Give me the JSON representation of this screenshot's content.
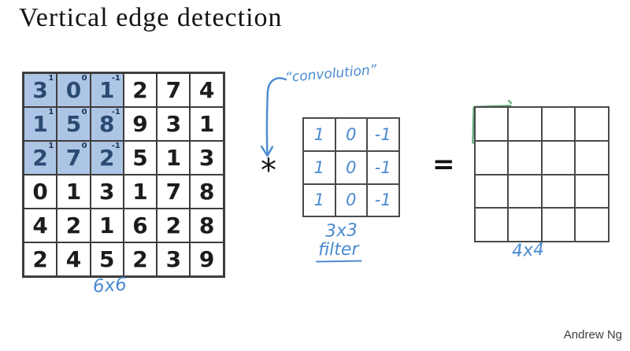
{
  "title": "Vertical edge detection",
  "attribution": "Andrew Ng",
  "annotations": {
    "convolution": "“convolution”",
    "matrix_size": "6x6",
    "filter_size": "3x3",
    "filter_name": "filter",
    "output_size": "4x4",
    "operator": "*",
    "equals": "="
  },
  "input_matrix": {
    "size": "6x6",
    "values": [
      [
        3,
        0,
        1,
        2,
        7,
        4
      ],
      [
        1,
        5,
        8,
        9,
        3,
        1
      ],
      [
        2,
        7,
        2,
        5,
        1,
        3
      ],
      [
        0,
        1,
        3,
        1,
        7,
        8
      ],
      [
        4,
        2,
        1,
        6,
        2,
        8
      ],
      [
        2,
        4,
        5,
        2,
        3,
        9
      ]
    ],
    "highlight": {
      "rows": [
        0,
        2
      ],
      "cols": [
        0,
        2
      ]
    },
    "superscripts": [
      [
        "1",
        "0",
        "-1"
      ],
      [
        "1",
        "0",
        "-1"
      ],
      [
        "1",
        "0",
        "-1"
      ]
    ]
  },
  "filter_matrix": {
    "size": "3x3",
    "values": [
      [
        "1",
        "0",
        "-1"
      ],
      [
        "1",
        "0",
        "-1"
      ],
      [
        "1",
        "0",
        "-1"
      ]
    ]
  },
  "output_matrix": {
    "size": "4x4",
    "values": [
      [
        "",
        "",
        "",
        ""
      ],
      [
        "",
        "",
        "",
        ""
      ],
      [
        "",
        "",
        "",
        ""
      ],
      [
        "",
        "",
        "",
        ""
      ]
    ]
  },
  "colors": {
    "highlight_bg": "#adc5e5",
    "highlight_digit": "#2b4a73",
    "superscript_ink": "#1d3354",
    "ink": "#1c1c1c",
    "grid_line": "#3d3d3d",
    "grid_line2": "#4a4a4a",
    "hand_blue": "#4a8bd0",
    "sketch_green": "#5ca878",
    "attribution_gray": "#3c3c3c"
  }
}
